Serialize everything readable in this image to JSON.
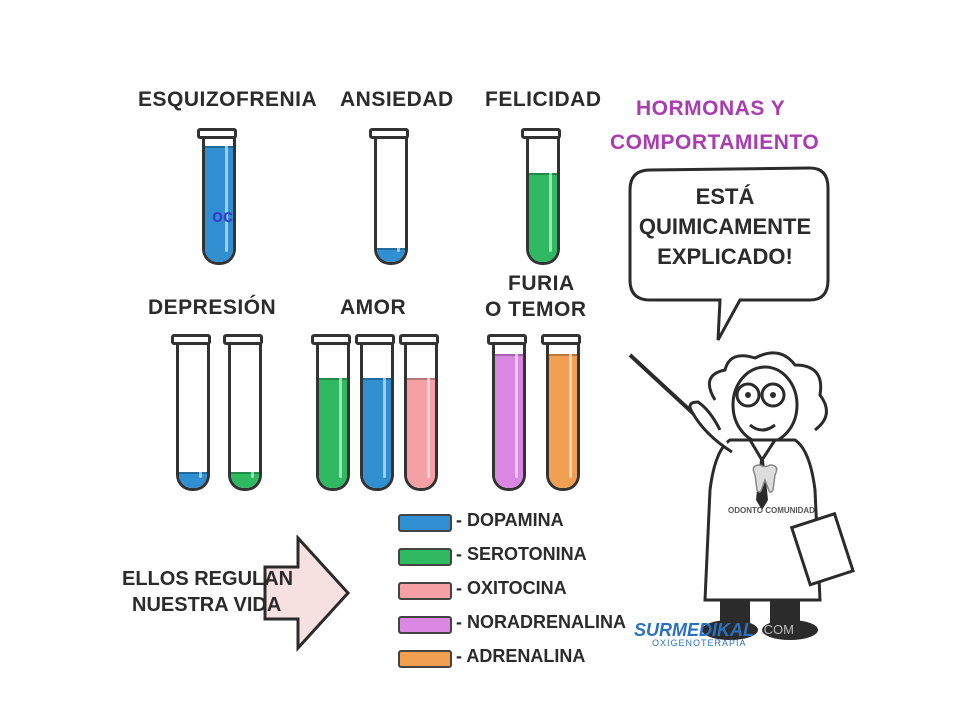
{
  "title": {
    "line1": "HORMONAS Y",
    "line2": "COMPORTAMIENTO"
  },
  "speech_bubble": {
    "line1": "ESTÁ",
    "line2": "QUIMICAMENTE",
    "line3": "EXPLICADO!"
  },
  "groups": {
    "esquizofrenia": "ESQUIZOFRENIA",
    "ansiedad": "ANSIEDAD",
    "felicidad": "FELICIDAD",
    "depresion": "DEPRESIÓN",
    "amor": "AMOR",
    "furia_line1": "FURIA",
    "furia_line2": "O TEMOR"
  },
  "stray_text": "oc",
  "arrow": {
    "line1": "ELLOS REGULAN",
    "line2": "NUESTRA VIDA"
  },
  "legend": [
    {
      "label": "- DOPAMINA",
      "color": "#2f8fd0"
    },
    {
      "label": "- SEROTONINA",
      "color": "#2fba62"
    },
    {
      "label": "- OXITOCINA",
      "color": "#f4a0a4"
    },
    {
      "label": "- NORADRENALINA",
      "color": "#d987e3"
    },
    {
      "label": "- ADRENALINA",
      "color": "#f0a050"
    }
  ],
  "tubes": [
    {
      "group": "esquizofrenia",
      "hormone": "dopamina",
      "fill": 0.92
    },
    {
      "group": "ansiedad",
      "hormone": "dopamina",
      "fill": 0.1
    },
    {
      "group": "felicidad",
      "hormone": "serotonina",
      "fill": 0.7
    },
    {
      "group": "depresion",
      "hormone": "dopamina",
      "fill": 0.1
    },
    {
      "group": "depresion",
      "hormone": "serotonina",
      "fill": 0.1
    },
    {
      "group": "amor",
      "hormone": "serotonina",
      "fill": 0.75
    },
    {
      "group": "amor",
      "hormone": "dopamina",
      "fill": 0.75
    },
    {
      "group": "amor",
      "hormone": "oxitocina",
      "fill": 0.75
    },
    {
      "group": "furia",
      "hormone": "noradrenalina",
      "fill": 0.92
    },
    {
      "group": "furia",
      "hormone": "adrenalina",
      "fill": 0.92
    }
  ],
  "watermarks": {
    "odonto": "ODONTO COMUNIDAD",
    "sur1": "SURMEDIKAL",
    "sur2": "OXIGENOTERAPIA",
    "sur3": ".COM"
  }
}
